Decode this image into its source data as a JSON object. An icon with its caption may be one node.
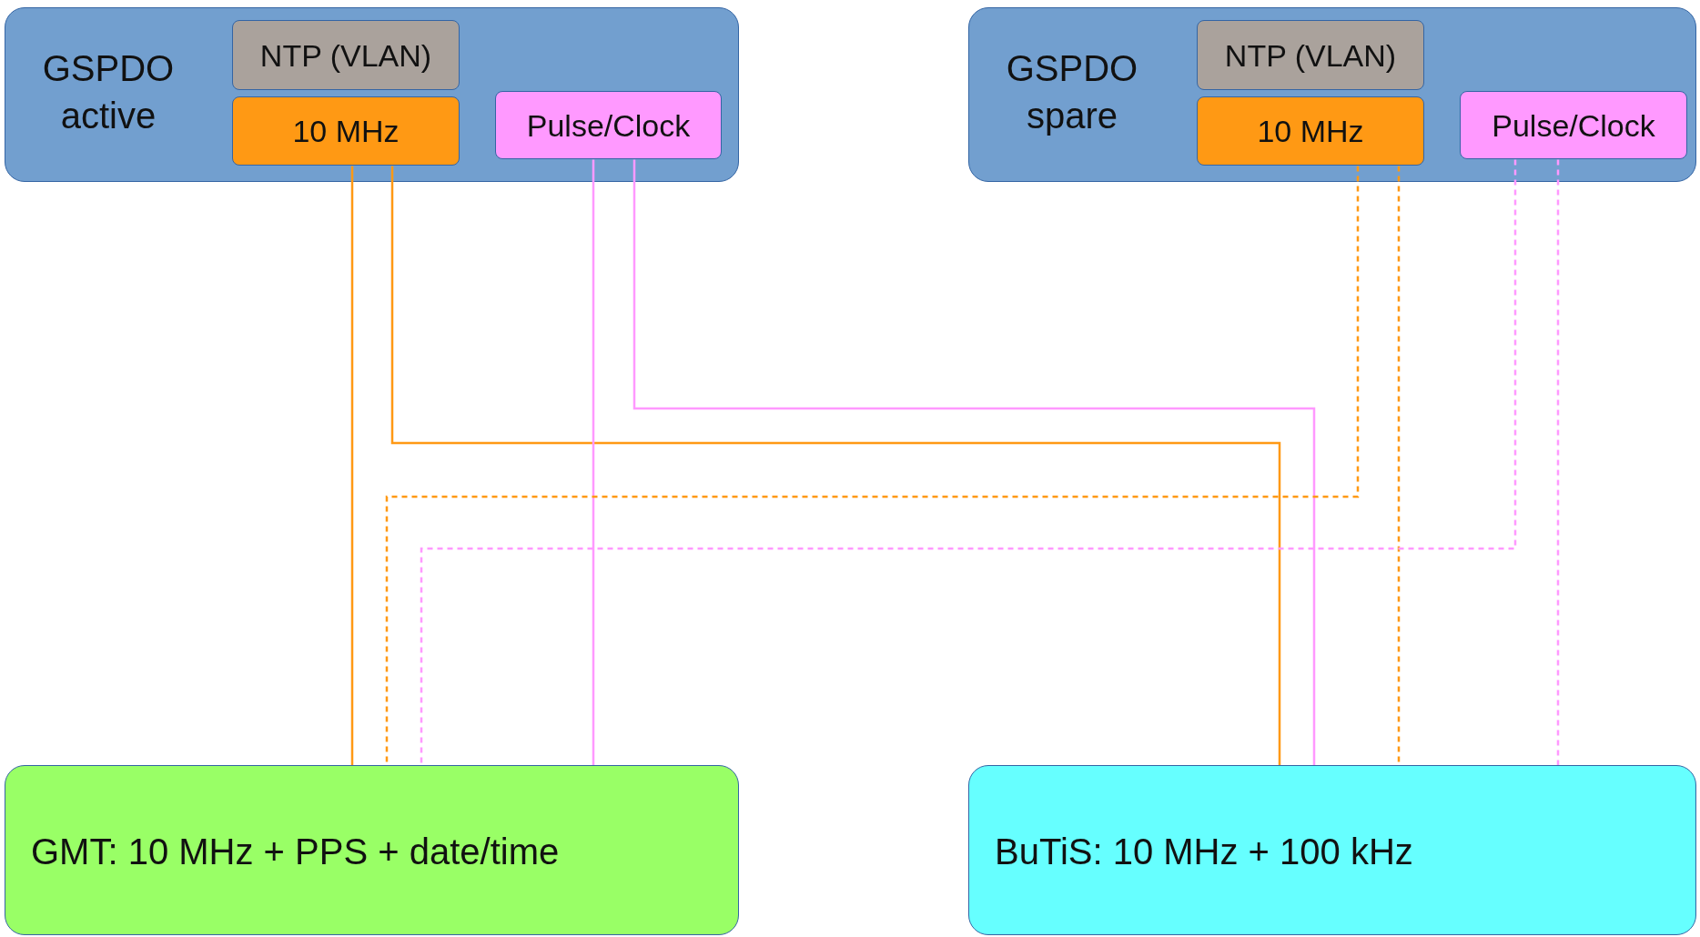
{
  "diagram": {
    "nodes": [
      {
        "text": [
          "GSPDO active"
        ]
      },
      {
        "text": [
          "NTP (VLAN)"
        ],
        "in": 0
      },
      {
        "text": [
          "10 MHz"
        ],
        "in": 0
      },
      {
        "text": [
          "Pulse/Clock"
        ],
        "in": 0
      },
      {
        "text": [
          "GSPDO spare"
        ]
      },
      {
        "text": [
          "NTP (VLAN)"
        ],
        "in": 4
      },
      {
        "text": [
          "10 MHz"
        ],
        "in": 4
      },
      {
        "text": [
          "Pulse/Clock"
        ],
        "in": 4
      },
      {
        "text": [
          "GMT: 10 MHz + PPS + date/time"
        ]
      },
      {
        "text": [
          "BuTiS: 10 MHz + 100 kHz"
        ]
      }
    ],
    "edges": [
      {
        "from": 2,
        "to": 8,
        "arrow": "none"
      },
      {
        "from": 2,
        "to": 9,
        "arrow": "none"
      },
      {
        "from": 3,
        "to": 8,
        "arrow": "none",
        "color": "#ff99ff"
      },
      {
        "from": 3,
        "to": 9,
        "arrow": "none",
        "color": "#ff99ff"
      },
      {
        "from": 6,
        "to": 8,
        "arrow": "none",
        "style": "dashed"
      },
      {
        "from": 6,
        "to": 9,
        "arrow": "none",
        "style": "dashed"
      },
      {
        "from": 7,
        "to": 8,
        "arrow": "none",
        "style": "dashed",
        "color": "#ff99ff"
      },
      {
        "from": 7,
        "to": 9,
        "arrow": "none",
        "style": "dashed",
        "color": "#ff99ff"
      }
    ]
  }
}
